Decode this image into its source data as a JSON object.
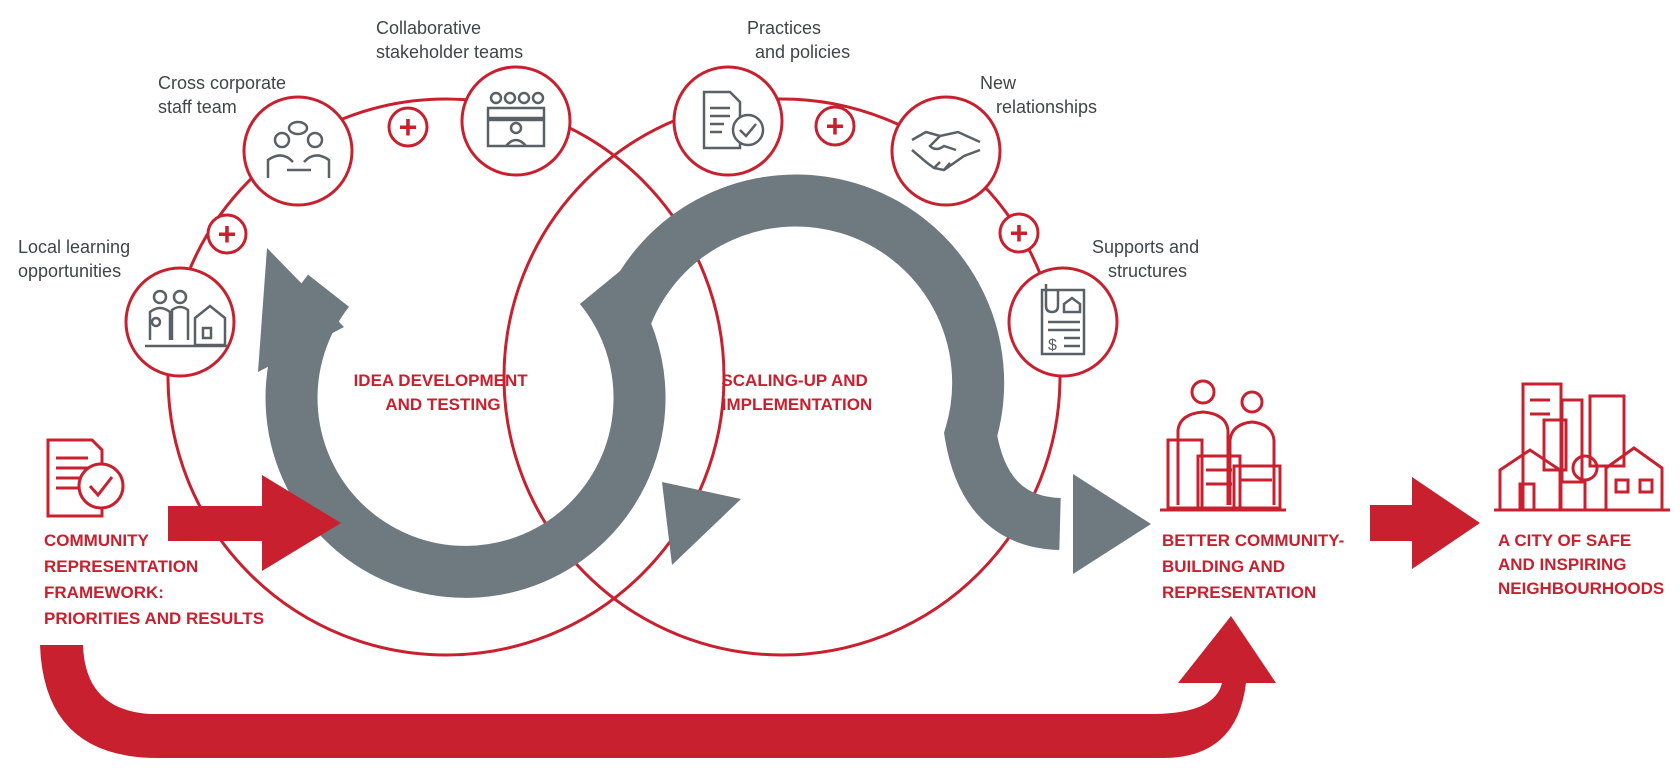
{
  "colors": {
    "accent": "#c8202f",
    "loop": "#6e7980",
    "text": "#3f4549"
  },
  "nodes": {
    "local": {
      "lines": [
        "Local learning",
        "opportunities"
      ],
      "icon": "family-home-icon"
    },
    "cross": {
      "lines": [
        "Cross corporate",
        "staff team"
      ],
      "icon": "staff-conversation-icon"
    },
    "collab": {
      "lines": [
        "Collaborative",
        "stakeholder teams"
      ],
      "icon": "meeting-table-icon"
    },
    "practices": {
      "lines": [
        "Practices",
        "and policies"
      ],
      "icon": "document-check-icon"
    },
    "relations": {
      "lines": [
        "New",
        "relationships"
      ],
      "icon": "handshake-icon"
    },
    "supports": {
      "lines": [
        "Supports and",
        "structures"
      ],
      "icon": "paperclip-document-icon"
    }
  },
  "loops": {
    "left": [
      "IDEA DEVELOPMENT",
      "AND TESTING"
    ],
    "right": [
      "SCALING-UP AND",
      "IMPLEMENTATION"
    ]
  },
  "stages": {
    "framework": {
      "lines": [
        "COMMUNITY",
        "REPRESENTATION",
        "FRAMEWORK:",
        "PRIORITIES AND RESULTS"
      ],
      "icon": "framework-document-icon"
    },
    "better": {
      "lines": [
        "BETTER COMMUNITY-",
        "BUILDING AND",
        "REPRESENTATION"
      ],
      "icon": "people-buildings-icon"
    },
    "city": {
      "lines": [
        "A CITY OF SAFE",
        "AND INSPIRING",
        "NEIGHBOURHOODS"
      ],
      "icon": "city-skyline-icon"
    }
  },
  "plus_symbol": "+"
}
